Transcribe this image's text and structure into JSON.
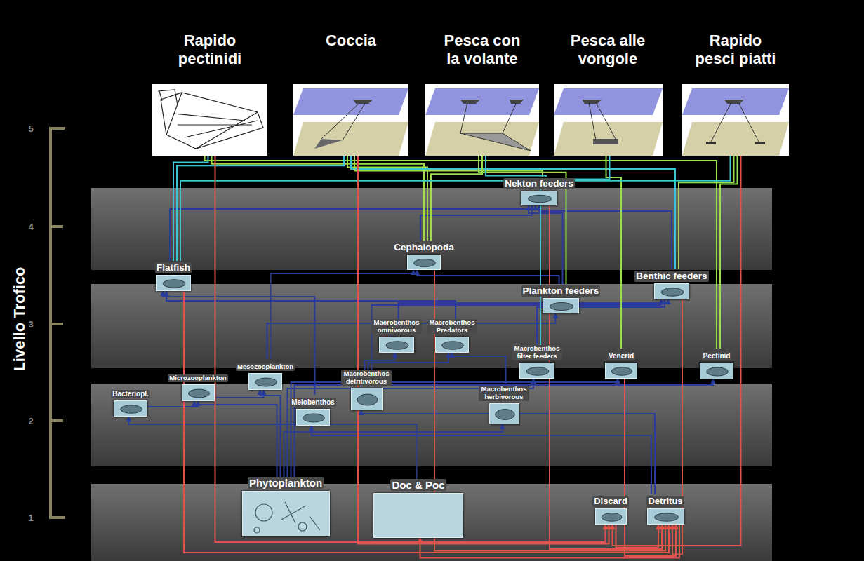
{
  "diagram": {
    "nodes": [
      {
        "text": [
          "Rapido pectinidi"
        ]
      },
      {
        "text": [
          "Coccia"
        ]
      },
      {
        "text": [
          "Pesca con la volante"
        ]
      },
      {
        "text": [
          "Pesca alle vongole"
        ]
      },
      {
        "text": [
          "Rapido pesci piatti"
        ]
      },
      {
        "text": [
          "Nekton feeders"
        ]
      },
      {
        "text": [
          "Cephalopoda"
        ]
      },
      {
        "text": [
          "Flatfish"
        ]
      },
      {
        "text": [
          "Plankton feeders"
        ]
      },
      {
        "text": [
          "Benthic feeders"
        ]
      },
      {
        "text": [
          "Macrobenthos omnivorous"
        ]
      },
      {
        "text": [
          "Macrobenthos Predators"
        ]
      },
      {
        "text": [
          "Macrobenthos filter feeders"
        ]
      },
      {
        "text": [
          "Venerid"
        ]
      },
      {
        "text": [
          "Pectinid"
        ]
      },
      {
        "text": [
          "Bacteriopl."
        ]
      },
      {
        "text": [
          "Microzooplankton"
        ]
      },
      {
        "text": [
          "Mesozooplankton"
        ]
      },
      {
        "text": [
          "Meiobenthos"
        ]
      },
      {
        "text": [
          "Macrobenthos detritivorous"
        ]
      },
      {
        "text": [
          "Macrobenthos herbivorous"
        ]
      },
      {
        "text": [
          "Phytoplankton"
        ]
      },
      {
        "text": [
          "Doc & Poc"
        ]
      },
      {
        "text": [
          "Discard"
        ]
      },
      {
        "text": [
          "Detritus"
        ]
      }
    ],
    "edges": [
      {
        "from": 21,
        "to": 16,
        "arrow": "to"
      },
      {
        "from": 21,
        "to": 17,
        "arrow": "to"
      },
      {
        "from": 21,
        "to": 20,
        "arrow": "to"
      },
      {
        "from": 21,
        "to": 12,
        "arrow": "to"
      },
      {
        "from": 21,
        "to": 13,
        "arrow": "to"
      },
      {
        "from": 21,
        "to": 14,
        "arrow": "to"
      },
      {
        "from": 22,
        "to": 15,
        "arrow": "to"
      },
      {
        "from": 24,
        "to": 18,
        "arrow": "to"
      },
      {
        "from": 24,
        "to": 19,
        "arrow": "to"
      },
      {
        "from": 15,
        "to": 16,
        "arrow": "to"
      },
      {
        "from": 16,
        "to": 17,
        "arrow": "to"
      },
      {
        "from": 17,
        "to": 8,
        "arrow": "to"
      },
      {
        "from": 17,
        "to": 6,
        "arrow": "to"
      },
      {
        "from": 18,
        "to": 7,
        "arrow": "to"
      },
      {
        "from": 19,
        "to": 10,
        "arrow": "to"
      },
      {
        "from": 19,
        "to": 11,
        "arrow": "to"
      },
      {
        "from": 20,
        "to": 11,
        "arrow": "to"
      },
      {
        "from": 19,
        "to": 9,
        "arrow": "to"
      },
      {
        "from": 12,
        "to": 9,
        "arrow": "to"
      },
      {
        "from": 11,
        "to": 7,
        "arrow": "to"
      },
      {
        "from": 10,
        "to": 9,
        "arrow": "to"
      },
      {
        "from": 8,
        "to": 6,
        "arrow": "to"
      },
      {
        "from": 8,
        "to": 5,
        "arrow": "to"
      },
      {
        "from": 6,
        "to": 5,
        "arrow": "to"
      },
      {
        "from": 7,
        "to": 5,
        "arrow": "to"
      },
      {
        "from": 9,
        "to": 5,
        "arrow": "to"
      },
      {
        "from": 0,
        "to": 14,
        "arrow": "none"
      },
      {
        "from": 0,
        "to": 7,
        "arrow": "none"
      },
      {
        "from": 0,
        "to": 6,
        "arrow": "none"
      },
      {
        "from": 1,
        "to": 7,
        "arrow": "none"
      },
      {
        "from": 1,
        "to": 6,
        "arrow": "none"
      },
      {
        "from": 1,
        "to": 9,
        "arrow": "none"
      },
      {
        "from": 1,
        "to": 5,
        "arrow": "none"
      },
      {
        "from": 2,
        "to": 8,
        "arrow": "none"
      },
      {
        "from": 2,
        "to": 6,
        "arrow": "none"
      },
      {
        "from": 2,
        "to": 5,
        "arrow": "none"
      },
      {
        "from": 3,
        "to": 13,
        "arrow": "none"
      },
      {
        "from": 3,
        "to": 12,
        "arrow": "none"
      },
      {
        "from": 4,
        "to": 7,
        "arrow": "none"
      },
      {
        "from": 4,
        "to": 9,
        "arrow": "none"
      },
      {
        "from": 4,
        "to": 14,
        "arrow": "none"
      },
      {
        "from": 0,
        "to": 23,
        "arrow": "to"
      },
      {
        "from": 1,
        "to": 23,
        "arrow": "to"
      },
      {
        "from": 4,
        "to": 23,
        "arrow": "to"
      },
      {
        "from": 23,
        "to": 24,
        "arrow": "to"
      },
      {
        "from": 5,
        "to": 24,
        "arrow": "to"
      },
      {
        "from": 6,
        "to": 24,
        "arrow": "to"
      },
      {
        "from": 7,
        "to": 24,
        "arrow": "to"
      },
      {
        "from": 9,
        "to": 24,
        "arrow": "to"
      },
      {
        "from": 13,
        "to": 24,
        "arrow": "to"
      },
      {
        "from": 24,
        "to": 22,
        "arrow": "to"
      }
    ],
    "labels": [
      "Livello Trofico",
      "5",
      "4",
      "3",
      "2",
      "1"
    ]
  }
}
